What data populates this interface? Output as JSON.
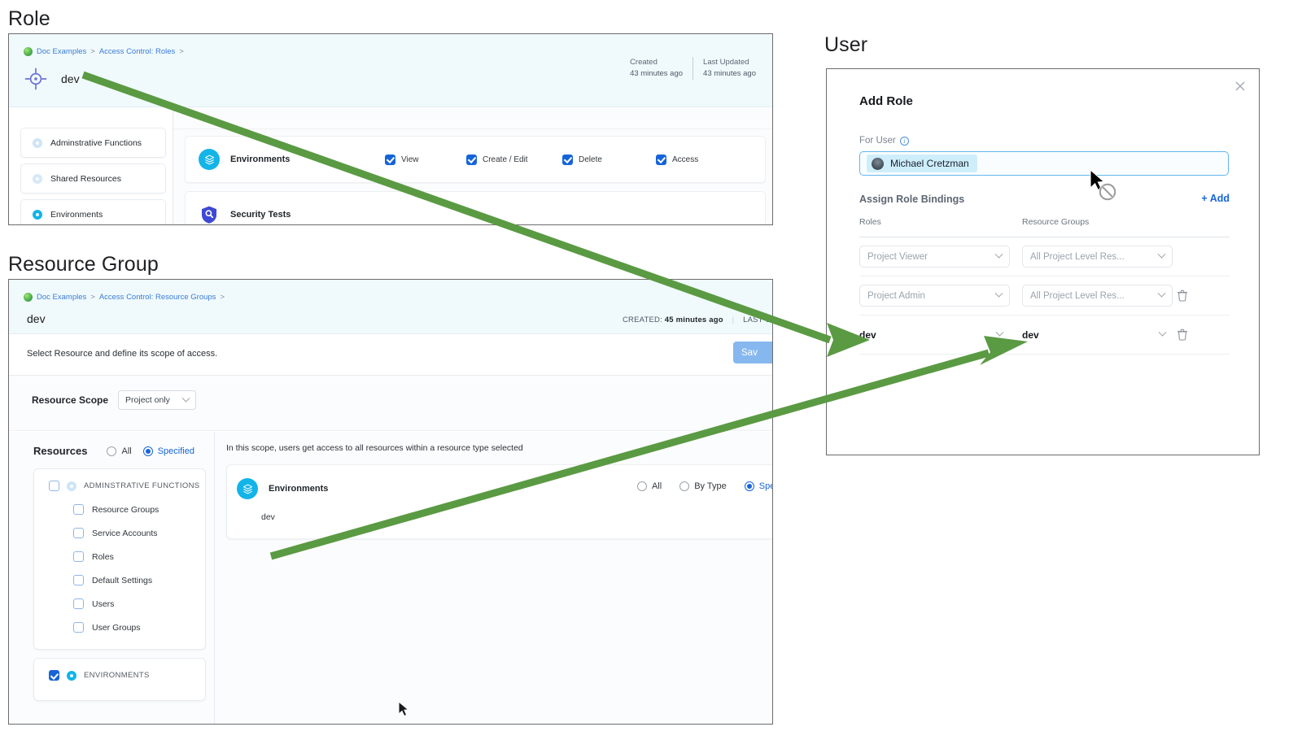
{
  "captions": {
    "role": "Role",
    "resource_group": "Resource Group",
    "user": "User"
  },
  "role_panel": {
    "breadcrumb": {
      "project": "Doc Examples",
      "sep1": ">",
      "section": "Access Control: Roles",
      "sep2": ">"
    },
    "title": "dev",
    "icon": "target-icon",
    "stamps": [
      {
        "label": "Created",
        "value": "43 minutes ago"
      },
      {
        "label": "Last Updated",
        "value": "43 minutes ago"
      }
    ],
    "sidebar": [
      {
        "label": "Adminstrative Functions",
        "dot": "pale"
      },
      {
        "label": "Shared Resources",
        "dot": "pale2"
      },
      {
        "label": "Environments",
        "dot": "cyan"
      }
    ],
    "permission_rows": [
      {
        "name": "Environments",
        "icon": "environments-icon",
        "checks": [
          {
            "label": "View",
            "checked": true
          },
          {
            "label": "Create / Edit",
            "checked": true
          },
          {
            "label": "Delete",
            "checked": true
          },
          {
            "label": "Access",
            "checked": true
          }
        ]
      },
      {
        "name": "Security Tests",
        "icon": "security-shield-icon",
        "checks": []
      }
    ]
  },
  "resource_group_panel": {
    "breadcrumb": {
      "project": "Doc Examples",
      "sep1": ">",
      "section": "Access Control: Resource Groups",
      "sep2": ">"
    },
    "title": "dev",
    "created_label": "CREATED:",
    "created_value": "45 minutes ago",
    "last_updated_label": "LAST UPD",
    "subtitle": "Select Resource and define its scope of access.",
    "save_label": "Sav",
    "scope": {
      "label": "Resource Scope",
      "selected": "Project only"
    },
    "resources": {
      "label": "Resources",
      "options": [
        {
          "label": "All",
          "selected": false
        },
        {
          "label": "Specified",
          "selected": true
        }
      ],
      "groups": [
        {
          "label": "ADMINSTRATIVE FUNCTIONS",
          "checked": false,
          "dot": "pale",
          "children": [
            {
              "label": "Resource Groups",
              "checked": false
            },
            {
              "label": "Service Accounts",
              "checked": false
            },
            {
              "label": "Roles",
              "checked": false
            },
            {
              "label": "Default Settings",
              "checked": false
            },
            {
              "label": "Users",
              "checked": false
            },
            {
              "label": "User Groups",
              "checked": false
            }
          ]
        },
        {
          "label": "ENVIRONMENTS",
          "checked": true,
          "dot": "cyan",
          "children": []
        }
      ]
    },
    "scope_note": "In this scope, users get access to all resources within a resource type selected",
    "env_card": {
      "name": "Environments",
      "options": [
        {
          "label": "All",
          "selected": false
        },
        {
          "label": "By Type",
          "selected": false
        },
        {
          "label": "Specified",
          "selected": true
        }
      ],
      "items": [
        "dev"
      ]
    }
  },
  "user_dialog": {
    "title": "Add Role",
    "close_icon": "close-icon",
    "for_user_label": "For User",
    "info_icon": "info-icon",
    "selected_user": "Michael Cretzman",
    "bindings_label": "Assign Role Bindings",
    "add_label": "+ Add",
    "columns": {
      "roles": "Roles",
      "resource_groups": "Resource Groups"
    },
    "rows": [
      {
        "role": "Project Viewer",
        "resource_group": "All Project Level Res...",
        "style": "placeholder",
        "deletable": false
      },
      {
        "role": "Project Admin",
        "resource_group": "All Project Level Res...",
        "style": "placeholder",
        "deletable": true
      },
      {
        "role": "dev",
        "resource_group": "dev",
        "style": "value",
        "deletable": true
      }
    ]
  },
  "annotations": {
    "arrow_color": "#5a9a43",
    "arrows": [
      {
        "from": "role-title-dev",
        "to": "user-dialog-role-dev"
      },
      {
        "from": "resource-group-env-dev",
        "to": "user-dialog-resource-group-dev"
      }
    ]
  }
}
